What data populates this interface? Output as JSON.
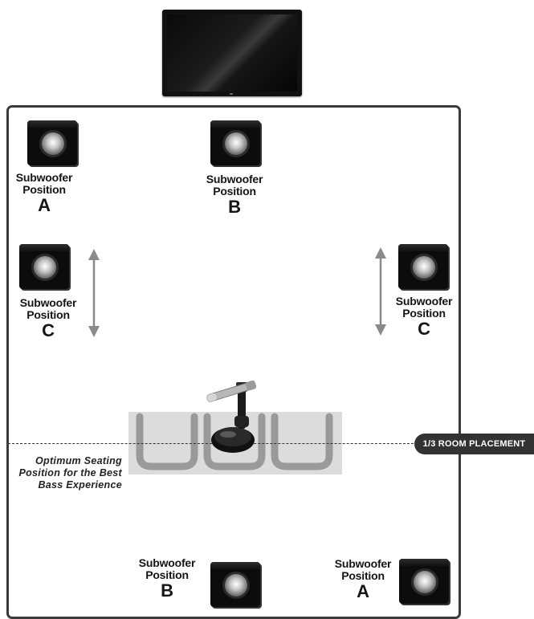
{
  "subwoofers": [
    {
      "id": "a-top",
      "line1": "Subwoofer",
      "line2": "Position",
      "letter": "A"
    },
    {
      "id": "b-top",
      "line1": "Subwoofer",
      "line2": "Position",
      "letter": "B"
    },
    {
      "id": "c-left",
      "line1": "Subwoofer",
      "line2": "Position",
      "letter": "C"
    },
    {
      "id": "c-right",
      "line1": "Subwoofer",
      "line2": "Position",
      "letter": "C"
    },
    {
      "id": "b-bottom",
      "line1": "Subwoofer",
      "line2": "Position",
      "letter": "B"
    },
    {
      "id": "a-bottom",
      "line1": "Subwoofer",
      "line2": "Position",
      "letter": "A"
    }
  ],
  "room_placement_label": "1/3 ROOM PLACEMENT",
  "seating_caption": "Optimum Seating Position for the Best Bass Experience",
  "colors": {
    "speaker_body": "#0c0c0c",
    "arrow": "#8a8a8a",
    "couch_fill": "#d8d8d8",
    "couch_outline": "#9a9a9a",
    "tag_bg": "#333333"
  },
  "icons": [
    "tv-icon",
    "subwoofer-icon",
    "double-arrow-icon",
    "couch-icon",
    "measurement-microphone-icon"
  ]
}
